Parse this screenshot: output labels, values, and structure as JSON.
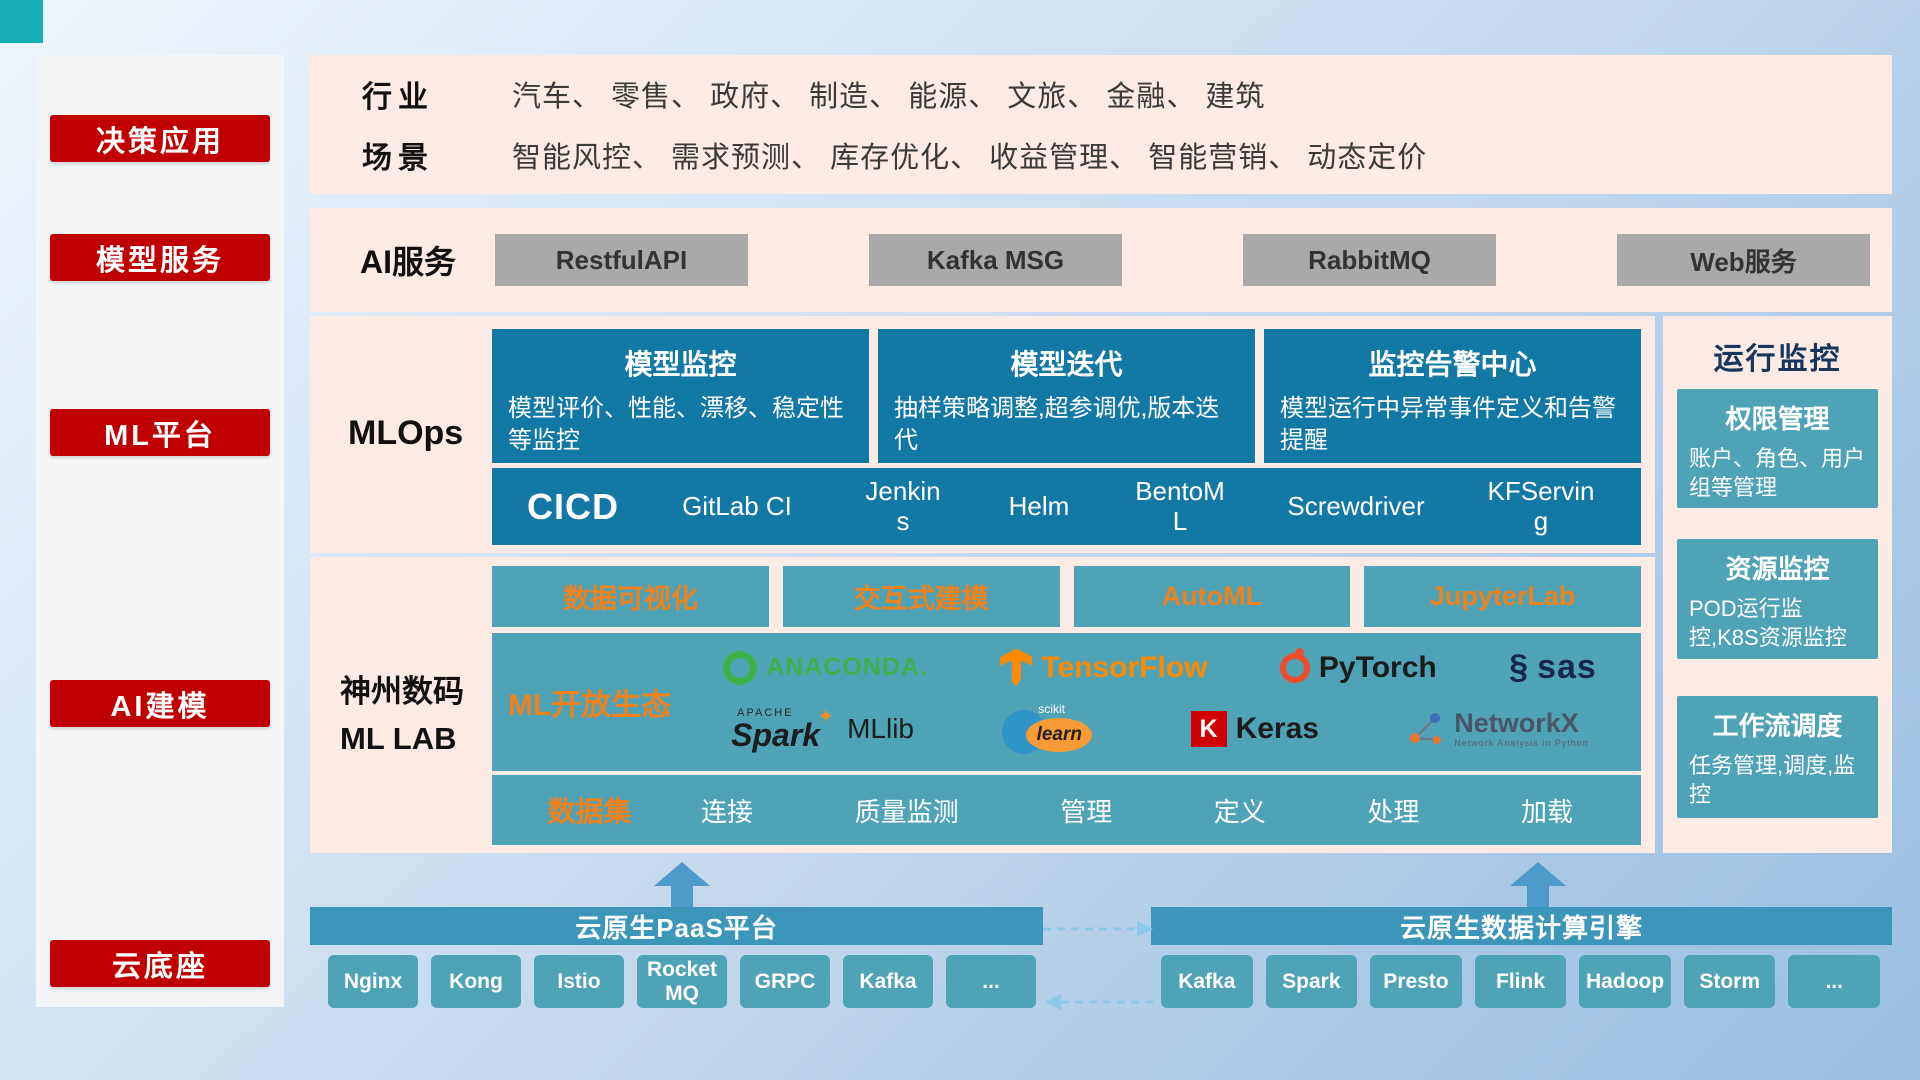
{
  "colors": {
    "accent_red": "#C00000",
    "panel_pink": "#FCEAE5",
    "teal_dark": "#1478A6",
    "teal_mid": "#4FA3B6",
    "teal_bar": "#3C96BA",
    "orange": "#F0821E",
    "gray_btn": "#A9A9A9",
    "arrow_blue": "#4D9ACB",
    "dashed_blue": "#8EC8E8"
  },
  "sidebar": {
    "items": [
      {
        "label": "决策应用"
      },
      {
        "label": "模型服务"
      },
      {
        "label": "ML平台"
      },
      {
        "label": "AI建模"
      },
      {
        "label": "云底座"
      }
    ]
  },
  "industry": {
    "rows": [
      {
        "label": "行业",
        "text": "汽车、 零售、 政府、 制造、 能源、 文旅、 金融、 建筑"
      },
      {
        "label": "场景",
        "text": "智能风控、 需求预测、 库存优化、 收益管理、 智能营销、 动态定价"
      }
    ]
  },
  "ai_service": {
    "label": "AI服务",
    "buttons": [
      "RestfulAPI",
      "Kafka MSG",
      "RabbitMQ",
      "Web服务"
    ]
  },
  "mlops": {
    "label": "MLOps",
    "cards": [
      {
        "title": "模型监控",
        "desc": "模型评价、性能、漂移、稳定性等监控"
      },
      {
        "title": "模型迭代",
        "desc": "抽样策略调整,超参调优,版本迭代"
      },
      {
        "title": "监控告警中心",
        "desc": "模型运行中异常事件定义和告警提醒"
      }
    ],
    "cicd_label": "CICD",
    "cicd_items": [
      "GitLab CI",
      "Jenkins",
      "Helm",
      "BentoML",
      "Screwdriver",
      "KFServing"
    ]
  },
  "monitor": {
    "title": "运行监控",
    "cards": [
      {
        "title": "权限管理",
        "desc": "账户、角色、用户组等管理"
      },
      {
        "title": "资源监控",
        "desc": "POD运行监控,K8S资源监控"
      },
      {
        "title": "工作流调度",
        "desc": "任务管理,调度,监控"
      }
    ]
  },
  "mllab": {
    "label_line1": "神州数码",
    "label_line2": "ML LAB",
    "tools": [
      "数据可视化",
      "交互式建模",
      "AutoML",
      "JupyterLab"
    ],
    "ecosystem_label": "ML开放生态",
    "logos": {
      "anaconda": "ANACONDA.",
      "tensorflow": "TensorFlow",
      "pytorch": "PyTorch",
      "sas": "sas",
      "spark_small": "APACHE",
      "spark": "Spark",
      "mllib": "MLlib",
      "sklearn_scikit": "scikit",
      "sklearn_learn": "learn",
      "keras_letter": "K",
      "keras": "Keras",
      "networkx": "NetworkX",
      "networkx_sub": "Network Analysis in Python"
    },
    "dataset_label": "数据集",
    "dataset_items": [
      "连接",
      "质量监测",
      "管理",
      "定义",
      "处理",
      "加载"
    ]
  },
  "foundation": {
    "paas_title": "云原生PaaS平台",
    "paas_items": [
      "Nginx",
      "Kong",
      "Istio",
      "RocketMQ",
      "GRPC",
      "Kafka",
      "..."
    ],
    "engine_title": "云原生数据计算引擎",
    "engine_items": [
      "Kafka",
      "Spark",
      "Presto",
      "Flink",
      "Hadoop",
      "Storm",
      "..."
    ]
  },
  "icons": {
    "spark_star": "✦",
    "sas_swirl": "§",
    "keras_letter": "K"
  }
}
